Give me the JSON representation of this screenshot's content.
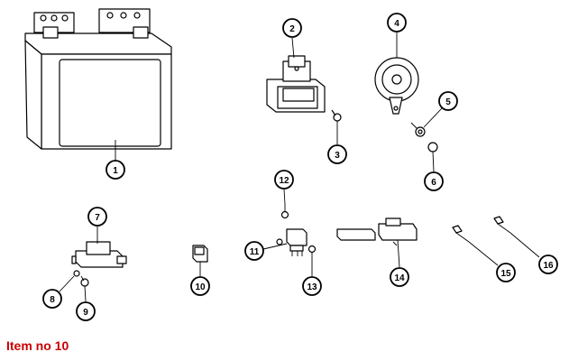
{
  "caption": "Item no 10",
  "accent_color": "#cc0000",
  "callouts": [
    "1",
    "2",
    "3",
    "4",
    "5",
    "6",
    "7",
    "8",
    "9",
    "10",
    "11",
    "12",
    "13",
    "14",
    "15",
    "16"
  ]
}
